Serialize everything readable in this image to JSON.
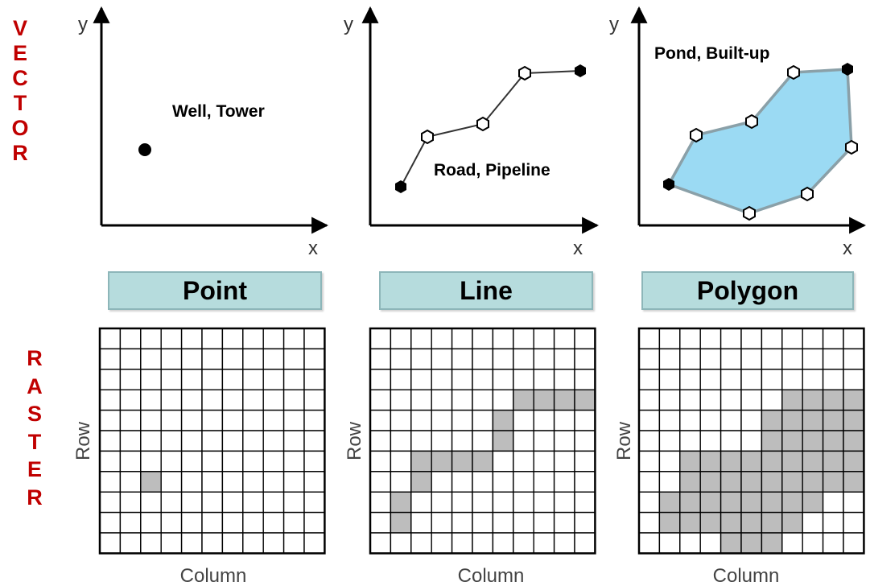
{
  "side_labels": {
    "vector": [
      "V",
      "E",
      "C",
      "T",
      "O",
      "R"
    ],
    "raster": [
      "R",
      "A",
      "S",
      "T",
      "E",
      "R"
    ],
    "color": "#c00000"
  },
  "axis_labels": {
    "x": "x",
    "y": "y"
  },
  "panels": [
    {
      "id": "point",
      "title": "Point",
      "example": "Well, Tower"
    },
    {
      "id": "line",
      "title": "Line",
      "example": "Road, Pipeline"
    },
    {
      "id": "polygon",
      "title": "Polygon",
      "example": "Pond, Built-up"
    }
  ],
  "raster": {
    "row_label": "Row",
    "column_label": "Column",
    "rows": 11,
    "cols": 11,
    "fill_color": "#bdbdbd",
    "point_cells": [
      [
        7,
        2
      ]
    ],
    "line_cells": [
      [
        3,
        7
      ],
      [
        3,
        8
      ],
      [
        3,
        9
      ],
      [
        3,
        10
      ],
      [
        4,
        6
      ],
      [
        5,
        6
      ],
      [
        6,
        2
      ],
      [
        6,
        3
      ],
      [
        6,
        4
      ],
      [
        6,
        5
      ],
      [
        7,
        2
      ],
      [
        8,
        1
      ],
      [
        9,
        1
      ]
    ],
    "polygon_cells": [
      [
        3,
        7
      ],
      [
        3,
        8
      ],
      [
        3,
        9
      ],
      [
        3,
        10
      ],
      [
        4,
        6
      ],
      [
        4,
        7
      ],
      [
        4,
        8
      ],
      [
        4,
        9
      ],
      [
        4,
        10
      ],
      [
        5,
        6
      ],
      [
        5,
        7
      ],
      [
        5,
        8
      ],
      [
        5,
        9
      ],
      [
        5,
        10
      ],
      [
        6,
        2
      ],
      [
        6,
        3
      ],
      [
        6,
        4
      ],
      [
        6,
        5
      ],
      [
        6,
        6
      ],
      [
        6,
        7
      ],
      [
        6,
        8
      ],
      [
        6,
        9
      ],
      [
        6,
        10
      ],
      [
        7,
        2
      ],
      [
        7,
        3
      ],
      [
        7,
        4
      ],
      [
        7,
        5
      ],
      [
        7,
        6
      ],
      [
        7,
        7
      ],
      [
        7,
        8
      ],
      [
        7,
        9
      ],
      [
        7,
        10
      ],
      [
        8,
        1
      ],
      [
        8,
        2
      ],
      [
        8,
        3
      ],
      [
        8,
        4
      ],
      [
        8,
        5
      ],
      [
        8,
        6
      ],
      [
        8,
        7
      ],
      [
        8,
        8
      ],
      [
        9,
        1
      ],
      [
        9,
        2
      ],
      [
        9,
        3
      ],
      [
        9,
        4
      ],
      [
        9,
        5
      ],
      [
        9,
        6
      ],
      [
        9,
        7
      ],
      [
        10,
        4
      ],
      [
        10,
        5
      ],
      [
        10,
        6
      ]
    ]
  },
  "colors": {
    "polygon_fill": "#9bdaf3",
    "polygon_stroke": "#8aa0a8",
    "banner": "#b6dcdd"
  }
}
